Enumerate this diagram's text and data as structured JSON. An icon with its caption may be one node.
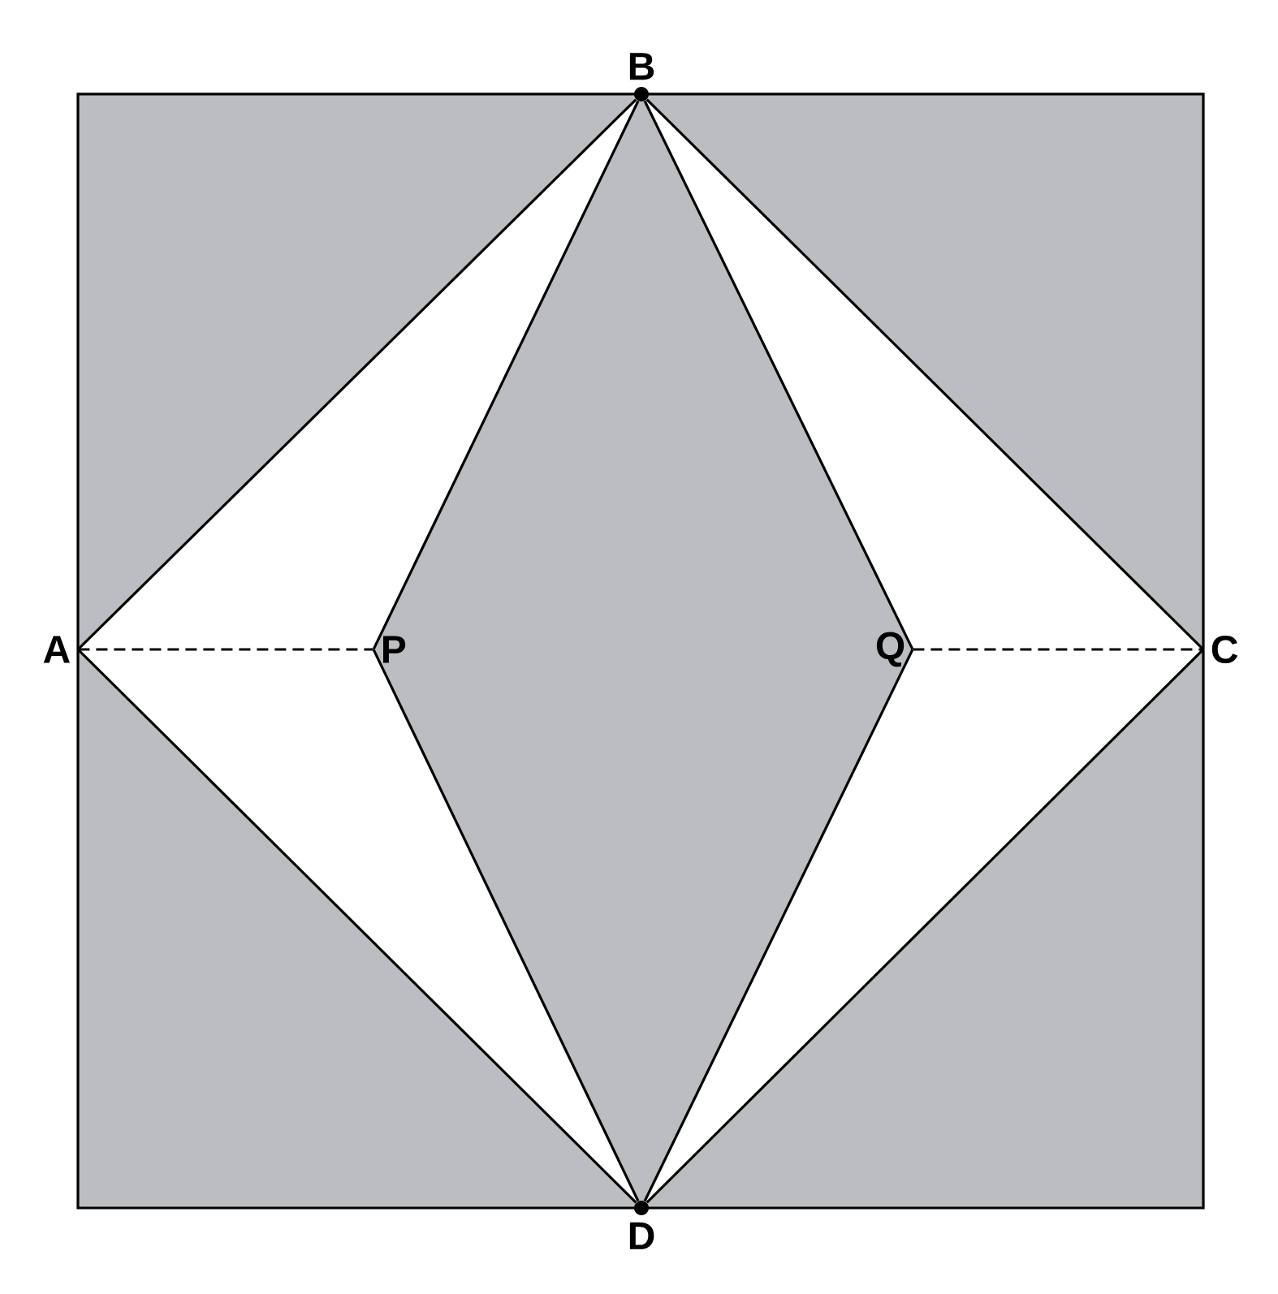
{
  "diagram": {
    "nodes": [
      {
        "text": [
          "A"
        ]
      },
      {
        "text": [
          "B"
        ]
      },
      {
        "text": [
          "C"
        ]
      },
      {
        "text": [
          "D"
        ]
      },
      {
        "text": [
          "P"
        ]
      },
      {
        "text": [
          "Q"
        ]
      }
    ],
    "edges": [
      {
        "from": 0,
        "to": 1,
        "arrow": "none"
      },
      {
        "from": 1,
        "to": 2,
        "arrow": "none"
      },
      {
        "from": 2,
        "to": 3,
        "arrow": "none"
      },
      {
        "from": 3,
        "to": 0,
        "arrow": "none"
      },
      {
        "from": 1,
        "to": 4,
        "arrow": "none"
      },
      {
        "from": 4,
        "to": 3,
        "arrow": "none"
      },
      {
        "from": 1,
        "to": 5,
        "arrow": "none"
      },
      {
        "from": 5,
        "to": 3,
        "arrow": "none"
      },
      {
        "from": 0,
        "to": 4,
        "arrow": "none",
        "style": "dashed"
      },
      {
        "from": 5,
        "to": 2,
        "arrow": "none",
        "style": "dashed"
      }
    ]
  }
}
